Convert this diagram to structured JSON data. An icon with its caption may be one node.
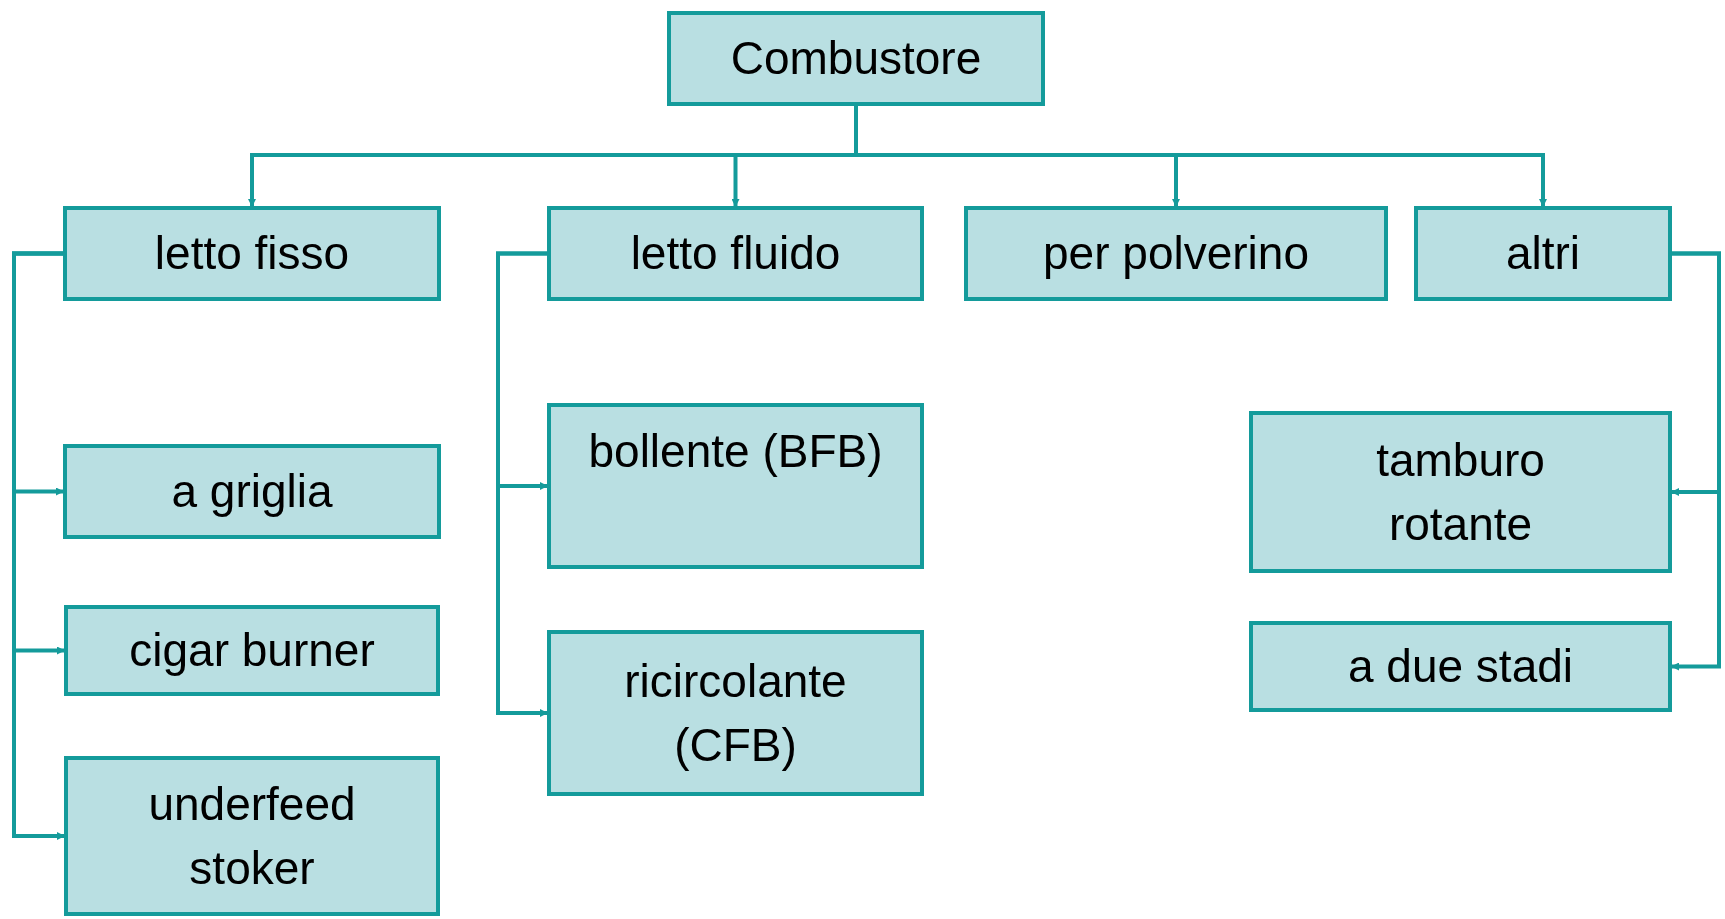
{
  "diagram": {
    "nodes": [
      {
        "text": [
          "Combustore"
        ]
      },
      {
        "text": [
          "letto fisso"
        ]
      },
      {
        "text": [
          "letto fluido"
        ]
      },
      {
        "text": [
          "per polverino"
        ]
      },
      {
        "text": [
          "altri"
        ]
      },
      {
        "text": [
          "a griglia"
        ]
      },
      {
        "text": [
          "cigar burner"
        ]
      },
      {
        "text": [
          "underfeed stoker"
        ]
      },
      {
        "text": [
          "bollente (BFB)"
        ]
      },
      {
        "text": [
          "ricircolante (CFB)"
        ]
      },
      {
        "text": [
          "tamburo rotante"
        ]
      },
      {
        "text": [
          "a due stadi"
        ]
      }
    ],
    "edges": [
      {
        "from": 0,
        "to": 1,
        "arrow": "to"
      },
      {
        "from": 0,
        "to": 2,
        "arrow": "to"
      },
      {
        "from": 0,
        "to": 3,
        "arrow": "to"
      },
      {
        "from": 0,
        "to": 4,
        "arrow": "to"
      },
      {
        "from": 1,
        "to": 5,
        "arrow": "to"
      },
      {
        "from": 1,
        "to": 6,
        "arrow": "to"
      },
      {
        "from": 1,
        "to": 7,
        "arrow": "to"
      },
      {
        "from": 2,
        "to": 8,
        "arrow": "to"
      },
      {
        "from": 2,
        "to": 9,
        "arrow": "to"
      },
      {
        "from": 4,
        "to": 10,
        "arrow": "to"
      },
      {
        "from": 4,
        "to": 11,
        "arrow": "to"
      }
    ]
  }
}
